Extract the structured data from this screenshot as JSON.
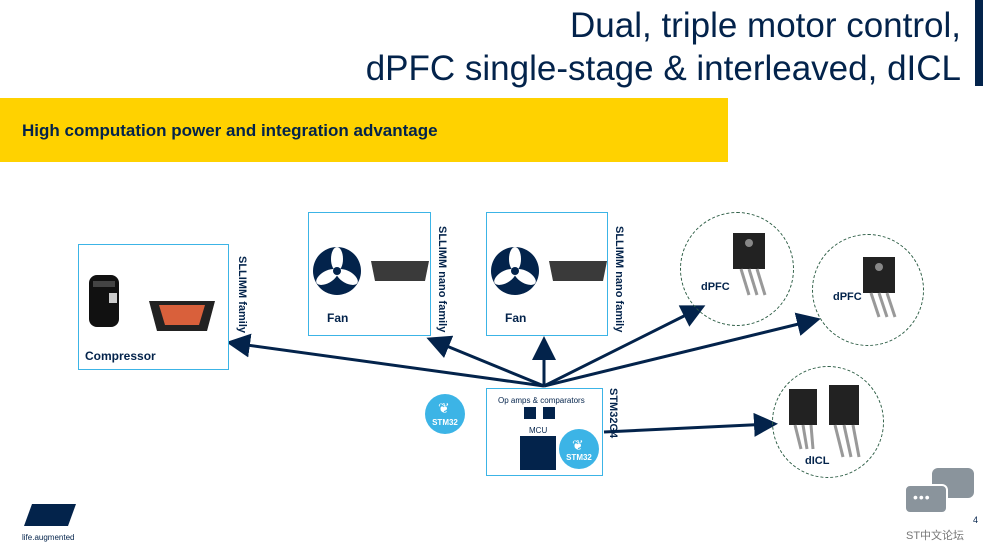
{
  "header": {
    "title_line1": "Dual, triple motor control,",
    "title_line2": "dPFC single-stage & interleaved, dICL"
  },
  "banner": {
    "text": "High computation power and integration advantage"
  },
  "diagram": {
    "compressor": {
      "label": "Compressor",
      "family": "SLLIMM family"
    },
    "fan1": {
      "label": "Fan",
      "family": "SLLIMM nano family"
    },
    "fan2": {
      "label": "Fan",
      "family": "SLLIMM nano family"
    },
    "mcu_block": {
      "op_amps_label": "Op amps & comparators",
      "mcu_label": "MCU",
      "badge": "STM32",
      "device": "STM32G4"
    },
    "left_badge": "STM32",
    "dpfc1": {
      "label": "dPFC"
    },
    "dpfc2": {
      "label": "dPFC"
    },
    "dicl": {
      "label": "dICL"
    }
  },
  "footer": {
    "logo_tagline": "life.augmented",
    "page_number": "4",
    "watermark": "ST中文论坛"
  },
  "colors": {
    "navy": "#03234b",
    "yellow": "#ffd200",
    "light_blue": "#3cb4e6",
    "dashed_green": "#2e5e46"
  }
}
